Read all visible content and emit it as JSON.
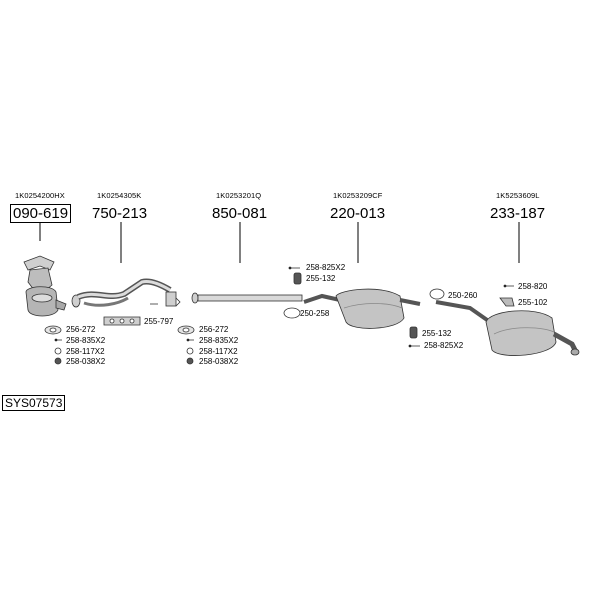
{
  "system_code": "SYS07573",
  "groups": [
    {
      "oem": "1K0254200HX",
      "part": "090-619"
    },
    {
      "oem": "1K0254305K",
      "part": "750-213"
    },
    {
      "oem": "1K0253201Q",
      "part": "850-081"
    },
    {
      "oem": "1K0253209CF",
      "part": "220-013"
    },
    {
      "oem": "1K5253609L",
      "part": "233-187"
    }
  ],
  "fittings": {
    "g1": [
      "256-272",
      "258-835X2",
      "258-117X2",
      "258-038X2"
    ],
    "g2_clamp": "255-797",
    "g2": [
      "256-272",
      "258-835X2",
      "258-117X2",
      "258-038X2"
    ],
    "g4": [
      "258-825X2",
      "255-132",
      "250-258",
      "250-260",
      "255-132",
      "258-825X2"
    ],
    "g5": [
      "258-820",
      "255-102"
    ]
  }
}
